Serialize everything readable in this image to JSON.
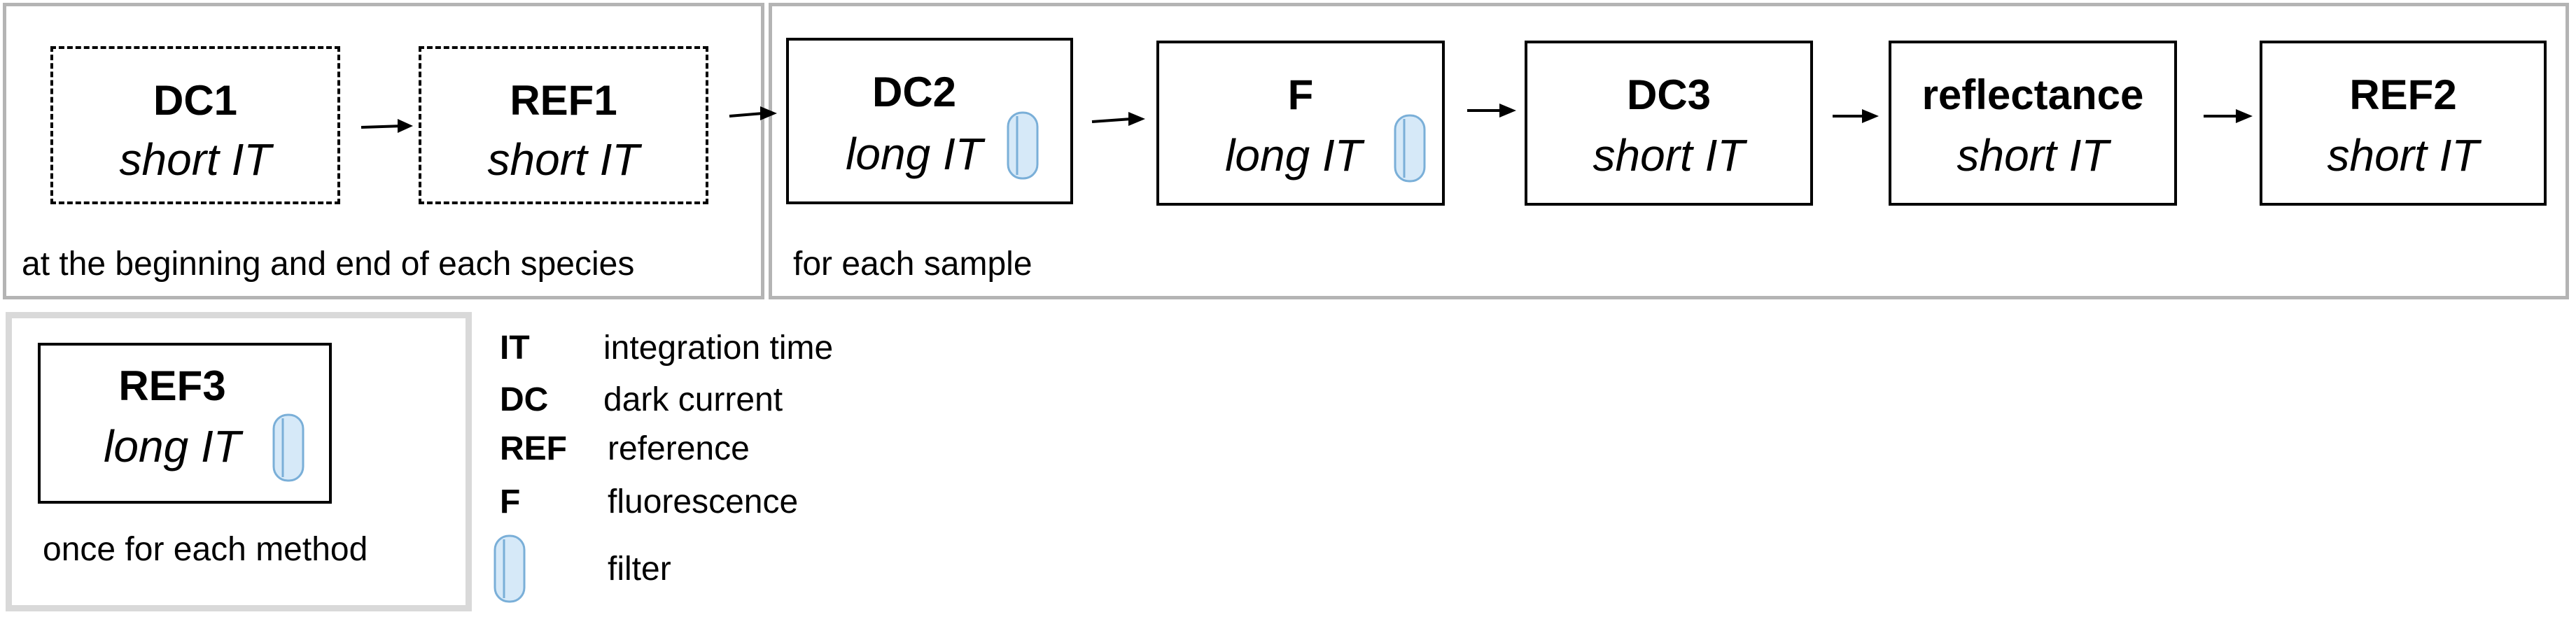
{
  "groups": {
    "species": {
      "label": "at the beginning and end of each species"
    },
    "sample": {
      "label": "for each sample"
    },
    "method": {
      "label": "once for each method"
    }
  },
  "steps": {
    "dc1": {
      "title": "DC1",
      "subtitle": "short IT"
    },
    "ref1": {
      "title": "REF1",
      "subtitle": "short IT"
    },
    "dc2": {
      "title": "DC2",
      "subtitle": "long IT"
    },
    "f": {
      "title": "F",
      "subtitle": "long IT"
    },
    "dc3": {
      "title": "DC3",
      "subtitle": "short IT"
    },
    "reflectance": {
      "title": "reflectance",
      "subtitle": "short IT"
    },
    "ref2": {
      "title": "REF2",
      "subtitle": "short IT"
    },
    "ref3": {
      "title": "REF3",
      "subtitle": "long IT"
    }
  },
  "legend": [
    {
      "abbr": "IT",
      "description": "integration time"
    },
    {
      "abbr": "DC",
      "description": "dark current"
    },
    {
      "abbr": "REF",
      "description": "reference"
    },
    {
      "abbr": "F",
      "description": "fluorescence"
    },
    {
      "abbr": "",
      "icon": "filter-icon",
      "description": "filter"
    }
  ],
  "colors": {
    "filter_fill": "#d6e9f8",
    "filter_stroke": "#7aafd8",
    "group_border": "#b4b4b4",
    "group_border_light": "#d9d9d9"
  }
}
